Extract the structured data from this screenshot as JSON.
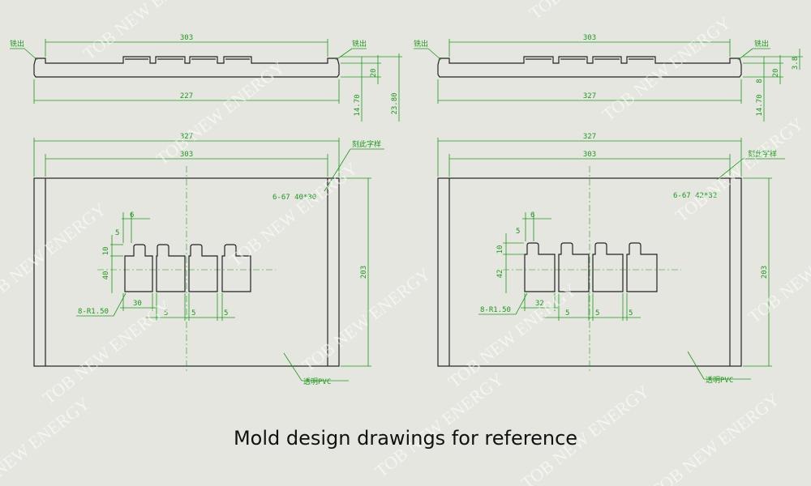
{
  "watermark": "TOB NEW ENERGY",
  "caption": "Mold design drawings for reference",
  "colors": {
    "background": "#e6e6e0",
    "dimension": "#1a9a1a",
    "outline": "#222222",
    "watermark": "#ffffff"
  },
  "drawings": [
    {
      "side_view": {
        "left_note": "铣出",
        "right_note": "铣出",
        "top_width": "303",
        "bottom_width": "227",
        "v_20": "20",
        "v_14_70": "14.70",
        "v_23_80": "23.80"
      },
      "top_view": {
        "outer_width": "327",
        "inner_width": "303",
        "height": "203",
        "engrave_note": "刻此字样",
        "text_spec": "6-67 40*30",
        "d_6": "6",
        "d_5": "5",
        "d_10": "10",
        "d_40": "40",
        "radius_note": "8-R1.50",
        "gap_30": "30",
        "gap_5a": "5",
        "gap_5b": "5",
        "gap_5c": "5",
        "material": "透明PVC"
      }
    },
    {
      "side_view": {
        "left_note": "铣出",
        "right_note": "铣出",
        "top_width": "303",
        "bottom_width": "327",
        "v_20": "20",
        "v_3_8": "3.8",
        "v_14_70": "14.70",
        "v_8": "8"
      },
      "top_view": {
        "outer_width": "327",
        "inner_width": "303",
        "height": "203",
        "engrave_note": "刻此字样",
        "text_spec": "6-67 42*32",
        "d_6": "6",
        "d_5": "5",
        "d_10": "10",
        "d_42": "42",
        "radius_note": "8-R1.50",
        "gap_32": "32",
        "gap_5a": "5",
        "gap_5b": "5",
        "gap_5c": "5",
        "material": "透明PVC"
      }
    }
  ]
}
